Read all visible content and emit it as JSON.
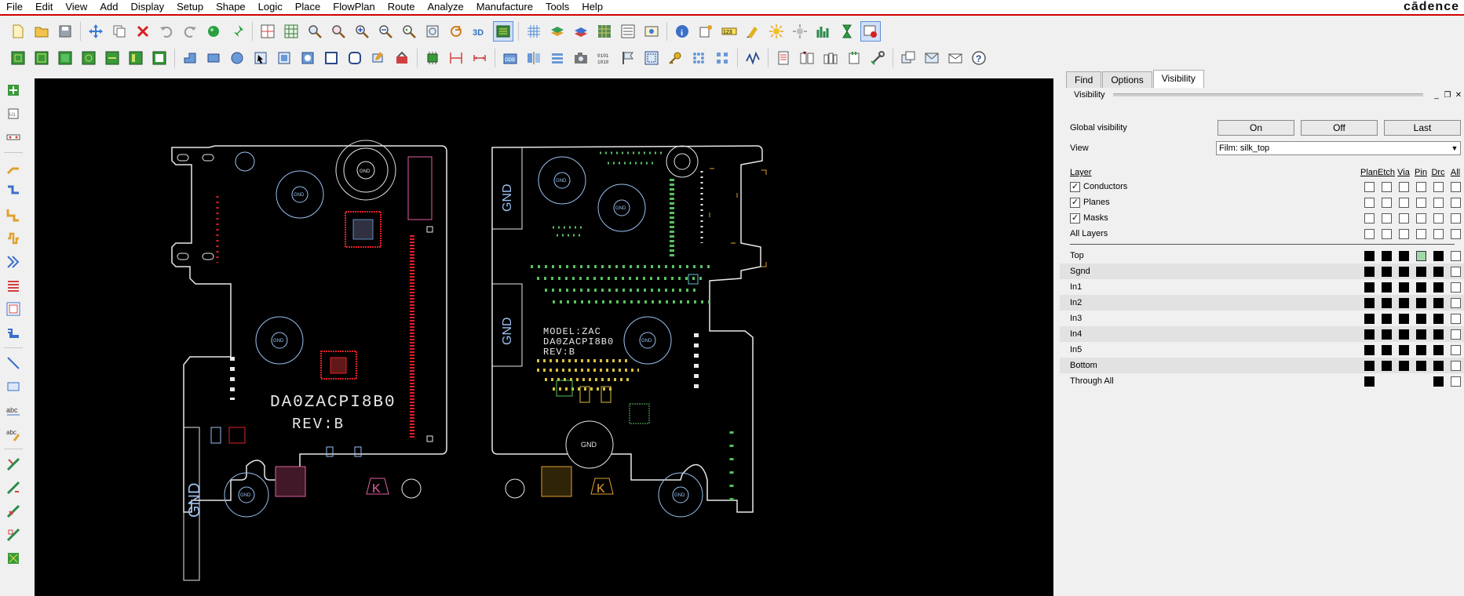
{
  "menu": [
    "File",
    "Edit",
    "View",
    "Add",
    "Display",
    "Setup",
    "Shape",
    "Logic",
    "Place",
    "FlowPlan",
    "Route",
    "Analyze",
    "Manufacture",
    "Tools",
    "Help"
  ],
  "brand": "cādence",
  "tabs": [
    "Find",
    "Options",
    "Visibility"
  ],
  "visibility": {
    "header": "Visibility",
    "global_label": "Global visibility",
    "buttons": [
      "On",
      "Off",
      "Last"
    ],
    "view_label": "View",
    "view_value": "Film: silk_top",
    "layer_heading": "Layer",
    "columns": [
      "Plan",
      "Etch",
      "Via",
      "Pin",
      "Drc",
      "All"
    ],
    "groups": [
      {
        "name": "Conductors",
        "checked": true
      },
      {
        "name": "Planes",
        "checked": true
      },
      {
        "name": "Masks",
        "checked": true
      },
      {
        "name": "All Layers",
        "checked": null
      }
    ],
    "layers": [
      {
        "name": "Top",
        "cells": [
          "filled",
          "filled",
          "filled",
          "green",
          "filled",
          "empty"
        ]
      },
      {
        "name": "Sgnd",
        "cells": [
          "filled",
          "filled",
          "filled",
          "filled",
          "filled",
          "empty"
        ]
      },
      {
        "name": "In1",
        "cells": [
          "filled",
          "filled",
          "filled",
          "filled",
          "filled",
          "empty"
        ]
      },
      {
        "name": "In2",
        "cells": [
          "filled",
          "filled",
          "filled",
          "filled",
          "filled",
          "empty"
        ]
      },
      {
        "name": "In3",
        "cells": [
          "filled",
          "filled",
          "filled",
          "filled",
          "filled",
          "empty"
        ]
      },
      {
        "name": "In4",
        "cells": [
          "filled",
          "filled",
          "filled",
          "filled",
          "filled",
          "empty"
        ]
      },
      {
        "name": "In5",
        "cells": [
          "filled",
          "filled",
          "filled",
          "filled",
          "filled",
          "empty"
        ]
      },
      {
        "name": "Bottom",
        "cells": [
          "filled",
          "filled",
          "filled",
          "filled",
          "filled",
          "empty"
        ]
      },
      {
        "name": "Through All",
        "cells": [
          "filled",
          "none",
          "none",
          "none",
          "filled",
          "empty"
        ]
      }
    ]
  },
  "board": {
    "left_label_1": "DA0ZACPI8B0",
    "left_label_2": "REV:B",
    "right_label_1": "MODEL:ZAC",
    "right_label_2": "DA0ZACPI8B0",
    "right_label_3": "REV:B",
    "gnd": "GND",
    "k_mark": "K"
  },
  "colors": {
    "outline": "#e8e8e8",
    "red": "#e0202a",
    "green": "#58c060",
    "yellow": "#d8c040",
    "cyan": "#60c0d0",
    "pink": "#e060a0",
    "orange": "#e0a030"
  }
}
